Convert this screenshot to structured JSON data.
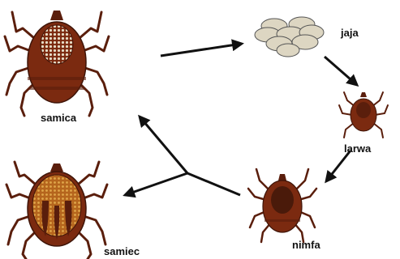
{
  "diagram": {
    "stages": {
      "female": "samica",
      "eggs": "jaja",
      "larva": "larwa",
      "nymph": "nimfa",
      "male": "samiec"
    }
  },
  "colors": {
    "tick_body": "#7b2a10",
    "tick_legs": "#5a1e0c",
    "scutum_pattern": "#e6dcc6",
    "egg_fill": "#ddd6c2",
    "arrow": "#111111"
  }
}
